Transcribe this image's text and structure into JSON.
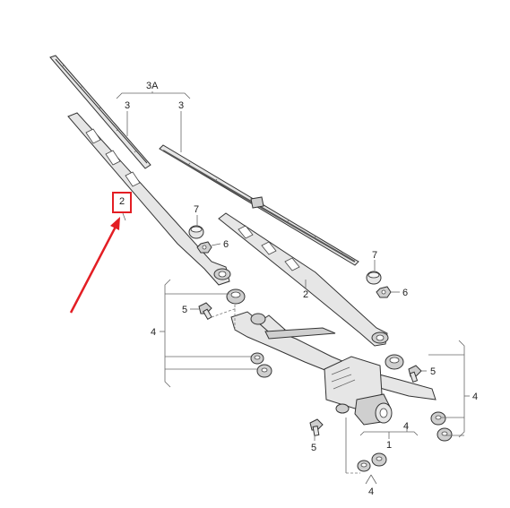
{
  "labels": {
    "group_3a": "3A",
    "blade_left": "3",
    "blade_right": "3",
    "arm_left": "2",
    "arm_right": "2",
    "cap_left": "7",
    "cap_right": "7",
    "nut_left": "6",
    "nut_right": "6",
    "bracket_left": "4",
    "bolt_left": "5",
    "bolt_right_upper": "5",
    "bracket_right": "4",
    "motor_group": "1",
    "motor_sub": "4",
    "bolt_bottom": "5",
    "nuts_bottom": "4"
  },
  "highlight": {
    "color": "#e31e24",
    "target": "arm_left"
  }
}
